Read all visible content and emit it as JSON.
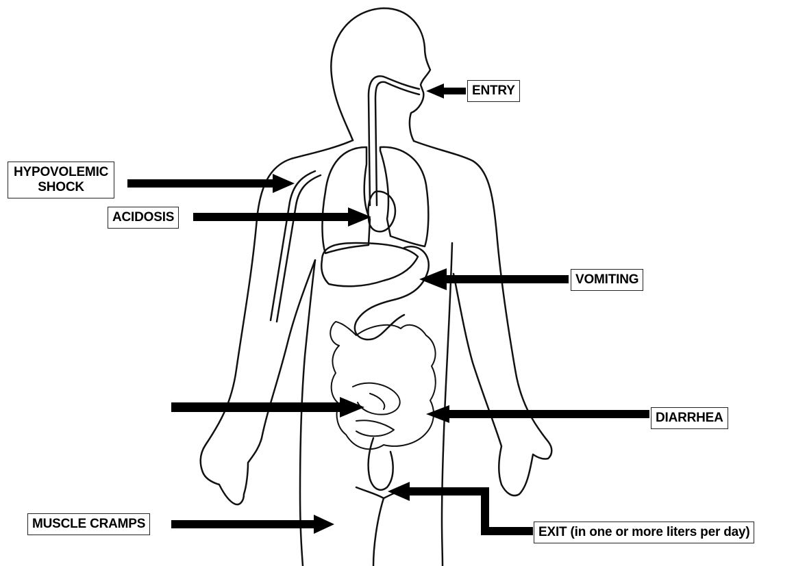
{
  "labels": {
    "entry": "ENTRY",
    "hypovolemic_line1": "HYPOVOLEMIC",
    "hypovolemic_line2": "SHOCK",
    "acidosis": "ACIDOSIS",
    "vomiting": "VOMITING",
    "diarrhea": "DIARRHEA",
    "muscle_cramps": "MUSCLE CRAMPS",
    "exit": "EXIT (in one or more liters per day)"
  },
  "colors": {
    "outline": "#111111",
    "arrow": "#000000",
    "background": "#ffffff"
  }
}
